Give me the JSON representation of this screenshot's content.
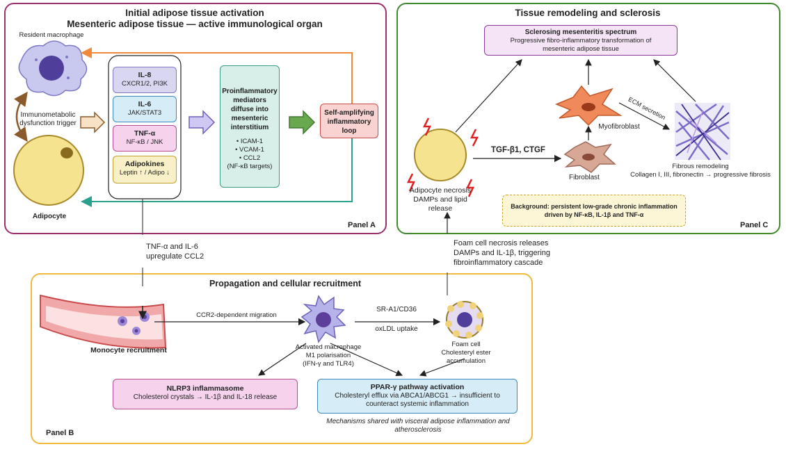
{
  "panelA": {
    "title_line1": "Initial adipose tissue activation",
    "title_line2": "Mesenteric adipose tissue — active immunological organ",
    "panel_label": "Panel A",
    "macrophage_label": "Resident macrophage",
    "trigger_line1": "Immunometabolic",
    "trigger_line2": "dysfunction trigger",
    "adipocyte_label": "Adipocyte",
    "cytokines": [
      {
        "title": "IL-8",
        "sub": "CXCR1/2, PI3K"
      },
      {
        "title": "IL-6",
        "sub": "JAK/STAT3"
      },
      {
        "title": "TNF-α",
        "sub": "NF-κB / JNK"
      },
      {
        "title": "Adipokines",
        "sub": "Leptin ↑ / Adipo ↓"
      }
    ],
    "mediators": {
      "line1": "Proinflammatory",
      "line2": "mediators",
      "line3": "diffuse into",
      "line4": "mesenteric",
      "line5": "interstitium",
      "item1": "• ICAM-1",
      "item2": "• VCAM-1",
      "item3": "• CCL2",
      "item4": "(NF-κB targets)"
    },
    "loop_line1": "Self-amplifying",
    "loop_line2": "inflammatory",
    "loop_line3": "loop"
  },
  "connector_A_B": {
    "line1": "TNF-α and IL-6",
    "line2": "upregulate CCL2"
  },
  "connector_B_C": {
    "line1": "Foam cell necrosis releases",
    "line2": "DAMPs and IL-1β, triggering",
    "line3": "fibroinflammatory cascade"
  },
  "panelB": {
    "title": "Propagation and cellular recruitment",
    "panel_label": "Panel B",
    "monocyte_label": "Monocyte recruitment",
    "migration_label": "CCR2-dependent migration",
    "macrophage_line1": "Activated macrophage",
    "macrophage_line2": "M1 polarisation",
    "macrophage_line3": "(IFN-γ and TLR4)",
    "receptor_label": "SR-A1/CD36",
    "uptake_label": "oxLDL uptake",
    "foam_line1": "Foam cell",
    "foam_line2": "Cholesteryl ester",
    "foam_line3": "accumulation",
    "nlrp3_title": "NLRP3 inflammasome",
    "nlrp3_sub": "Cholesterol crystals → IL-1β and IL-18 release",
    "ppar_title": "PPAR-γ pathway activation",
    "ppar_sub1": "Cholesteryl efflux via ABCA1/ABCG1 → insufficient to",
    "ppar_sub2": "counteract systemic inflammation",
    "shared_line1": "Mechanisms shared with visceral adipose inflammation and",
    "shared_line2": "atherosclerosis"
  },
  "panelC": {
    "title": "Tissue remodeling and sclerosis",
    "panel_label": "Panel C",
    "spectrum_title": "Sclerosing mesenteritis spectrum",
    "spectrum_sub1": "Progressive fibro-inflammatory transformation of",
    "spectrum_sub2": "mesenteric adipose tissue",
    "necrosis_line1": "Adipocyte necrosis",
    "necrosis_line2": "DAMPs and lipid release",
    "tgf_label": "TGF-β1, CTGF",
    "fibroblast_label": "Fibroblast",
    "myofibroblast_label": "Myofibroblast",
    "ecm_label": "ECM secretion",
    "fibrous_line1": "Fibrous remodeling",
    "fibrous_line2": "Collagen I, III, fibronectin → progressive fibrosis",
    "background_line1": "Background: persistent low-grade chronic inflammation",
    "background_line2": "driven by NF-κB, IL-1β and TNF-α"
  },
  "colors": {
    "panelA_border": "#9c2f6e",
    "panelB_border": "#f0b93e",
    "panelC_border": "#3f8a2e",
    "loop_arrow": "#f08a3a",
    "return_arrow": "#2aa08f"
  }
}
